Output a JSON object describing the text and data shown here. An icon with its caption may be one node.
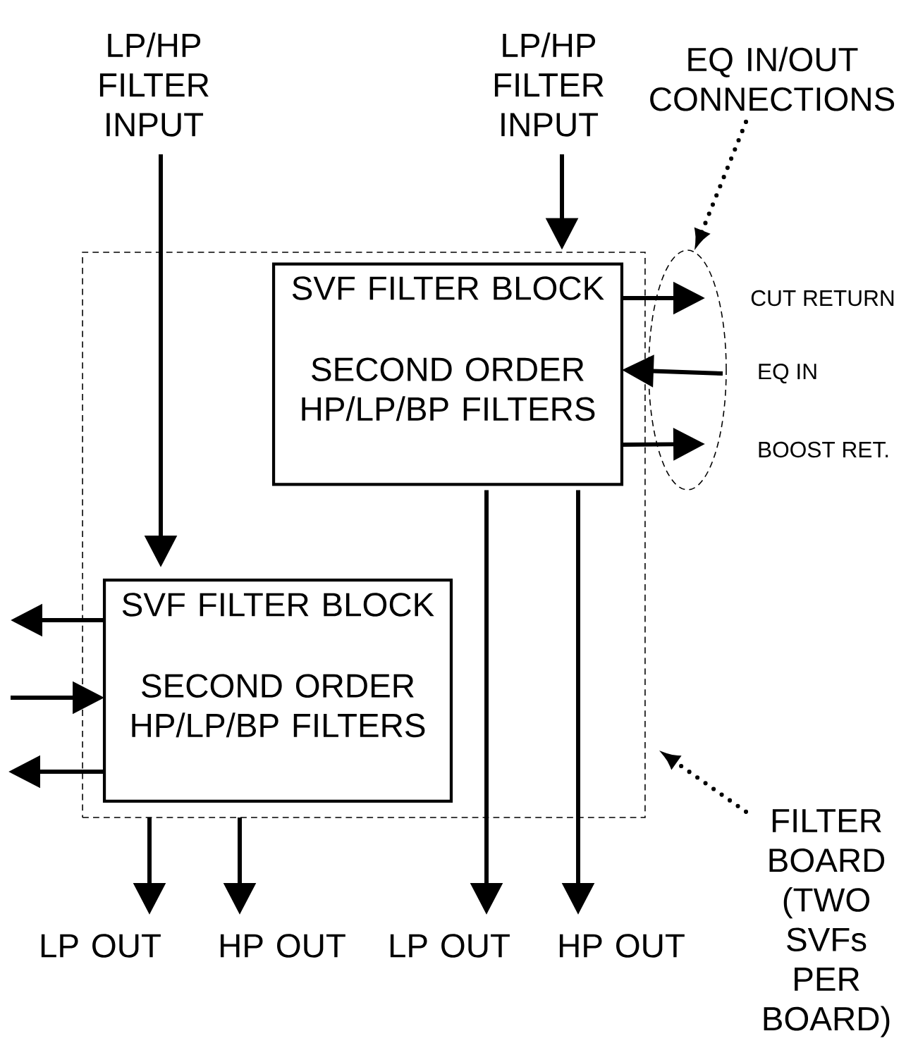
{
  "diagram": {
    "nodes": [
      {
        "text": [
          "LP/HP FILTER INPUT"
        ]
      },
      {
        "text": [
          "LP/HP FILTER INPUT"
        ]
      },
      {
        "text": [
          "EQ IN/OUT CONNECTIONS"
        ]
      },
      {
        "text": [],
        "shape": "box"
      },
      {
        "text": [
          "SVF FILTER BLOCK",
          "SECOND ORDER HP/LP/BP FILTERS"
        ],
        "in": 3
      },
      {
        "text": [
          "SVF FILTER BLOCK",
          "SECOND ORDER HP/LP/BP FILTERS"
        ],
        "in": 3
      },
      {
        "text": [],
        "shape": "ellipse"
      },
      {
        "text": [
          "LP OUT"
        ]
      },
      {
        "text": [
          "HP OUT"
        ]
      },
      {
        "text": [
          "LP OUT"
        ]
      },
      {
        "text": [
          "HP OUT"
        ]
      },
      {
        "text": [
          "FILTER BOARD (TWO SVFs PER BOARD)"
        ]
      }
    ],
    "edges": [
      {
        "from": 0,
        "to": 5,
        "arrow": "to"
      },
      {
        "from": 1,
        "to": 4,
        "arrow": "to"
      },
      {
        "from": 4,
        "to": 6,
        "arrow": "to",
        "label": "CUT RETURN"
      },
      {
        "from": 6,
        "to": 4,
        "arrow": "to",
        "label": "EQ IN"
      },
      {
        "from": 4,
        "to": 6,
        "arrow": "to",
        "label": "BOOST RET."
      },
      {
        "from": 5,
        "to": null,
        "arrow": "to"
      },
      {
        "from": null,
        "to": 5,
        "arrow": "to"
      },
      {
        "from": 5,
        "to": null,
        "arrow": "to"
      },
      {
        "from": 5,
        "to": 7,
        "arrow": "to"
      },
      {
        "from": 5,
        "to": 8,
        "arrow": "to"
      },
      {
        "from": 4,
        "to": 9,
        "arrow": "to"
      },
      {
        "from": 4,
        "to": 10,
        "arrow": "to"
      },
      {
        "from": 2,
        "to": 6,
        "arrow": "to",
        "style": "dashed"
      },
      {
        "from": 11,
        "to": 3,
        "arrow": "to",
        "style": "dashed"
      }
    ]
  }
}
